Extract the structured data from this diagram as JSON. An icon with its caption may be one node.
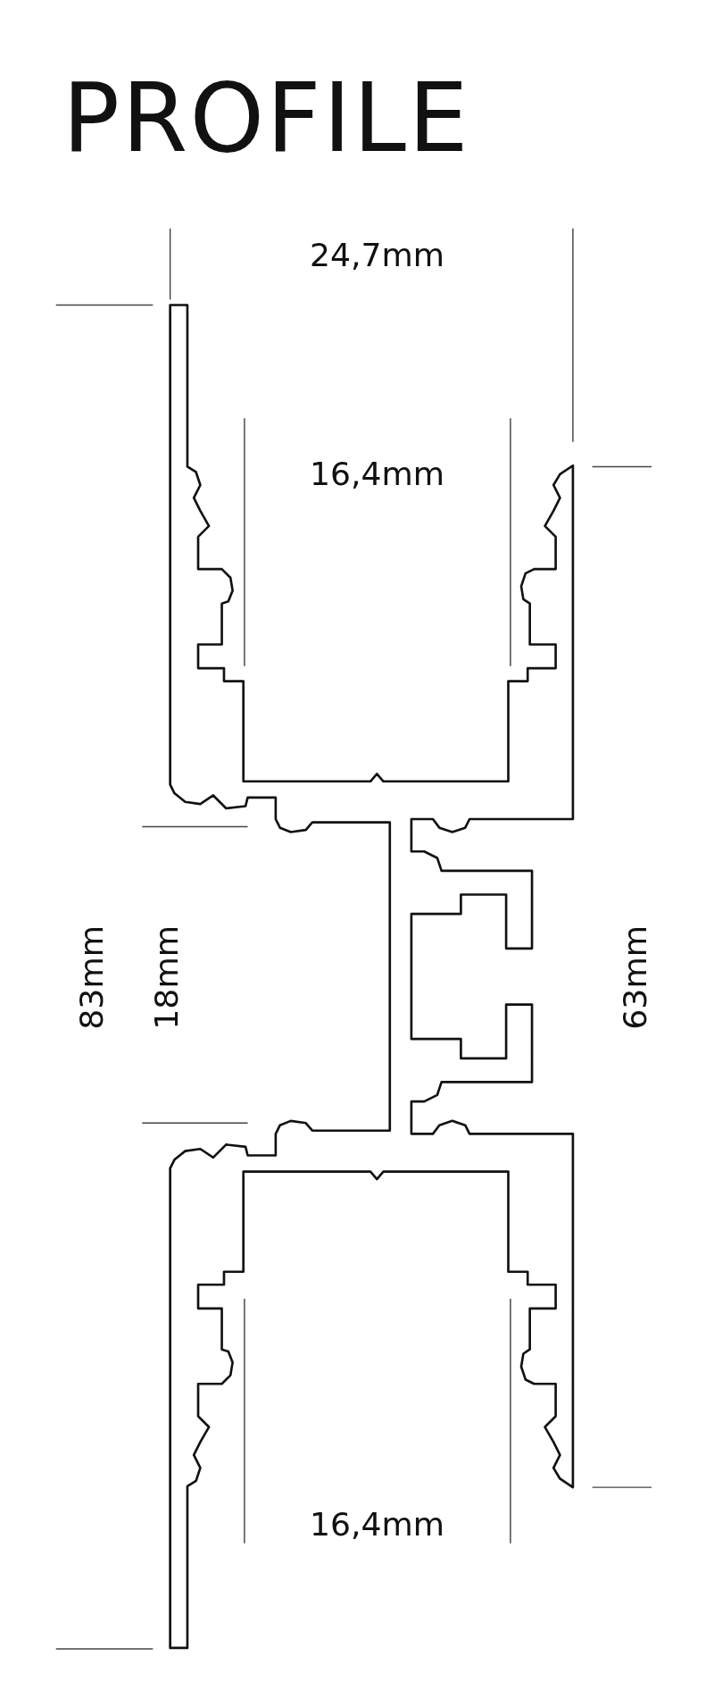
{
  "diagram": {
    "title": "PROFILE",
    "labels": [
      "24,7mm",
      "16,4mm",
      "83mm",
      "18mm",
      "63mm",
      "16,4mm"
    ]
  }
}
